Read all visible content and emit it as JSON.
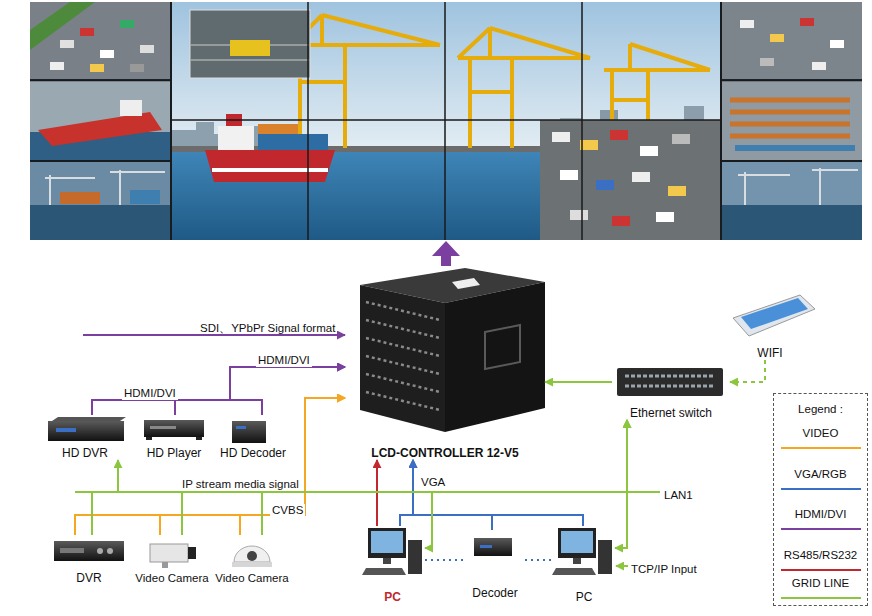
{
  "diagram": {
    "nodes": [
      {
        "text": [
          "LCD-CONTROLLER 12-V5"
        ]
      },
      {
        "text": [
          "WIFI"
        ]
      },
      {
        "text": [
          "Ethernet switch"
        ]
      },
      {
        "text": [
          "HD DVR"
        ]
      },
      {
        "text": [
          "HD Player"
        ]
      },
      {
        "text": [
          "HD Decoder"
        ]
      },
      {
        "text": [
          "DVR"
        ]
      },
      {
        "text": [
          "Video Camera"
        ]
      },
      {
        "text": [
          "Video Camera"
        ]
      },
      {
        "text": [
          "PC"
        ]
      },
      {
        "text": [
          "Decoder"
        ]
      },
      {
        "text": [
          "PC"
        ]
      }
    ],
    "edges": [
      {
        "from": 3,
        "to": 0,
        "arrow": "to",
        "label": "HDMI/DVI"
      },
      {
        "from": 4,
        "to": 0,
        "arrow": "to",
        "label": "HDMI/DVI"
      },
      {
        "from": 5,
        "to": 0,
        "arrow": "to"
      },
      {
        "from": 6,
        "to": 0,
        "arrow": "to",
        "label": "CVBS"
      },
      {
        "from": 7,
        "to": 0,
        "arrow": "to"
      },
      {
        "from": 8,
        "to": 0,
        "arrow": "to"
      },
      {
        "from": 9,
        "to": 0,
        "arrow": "to"
      },
      {
        "from": 9,
        "to": 0,
        "arrow": "to",
        "label": "VGA"
      },
      {
        "from": 10,
        "to": 0,
        "arrow": "to"
      },
      {
        "from": 11,
        "to": 0,
        "arrow": "to"
      },
      {
        "from": 2,
        "to": 0,
        "arrow": "to"
      },
      {
        "from": 1,
        "to": 2,
        "arrow": "to"
      },
      {
        "from": 6,
        "to": 2,
        "arrow": "to"
      },
      {
        "from": 7,
        "to": 2,
        "arrow": "to"
      },
      {
        "from": 8,
        "to": 2,
        "arrow": "to"
      },
      {
        "from": 2,
        "to": 3,
        "arrow": "to"
      },
      {
        "from": 2,
        "to": 9,
        "arrow": "to"
      },
      {
        "from": 2,
        "to": 11,
        "arrow": "to"
      },
      {
        "from": 9,
        "to": 10,
        "arrow": "none"
      },
      {
        "from": 10,
        "to": 11,
        "arrow": "none"
      }
    ],
    "labels": [
      "SDI、YPbPr Signal format",
      "IP stream media signal",
      "LAN1",
      "TCP/IP Input",
      "Legend :"
    ],
    "legend": [
      {
        "text": "VIDEO",
        "color": "#f5a623"
      },
      {
        "text": "VGA/RGB",
        "color": "#3a6fc4"
      },
      {
        "text": "HDMI/DVI",
        "color": "#7b3fa0"
      },
      {
        "text": "RS485/RS232",
        "color": "#c0282d"
      },
      {
        "text": "GRID LINE",
        "color": "#8cc63f"
      }
    ]
  }
}
